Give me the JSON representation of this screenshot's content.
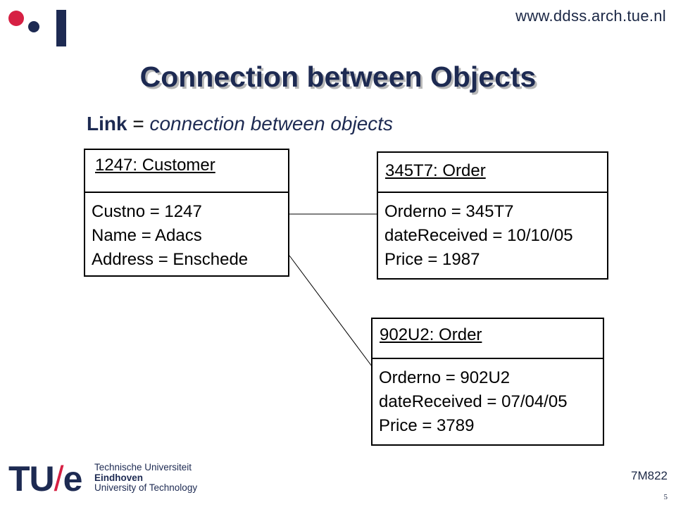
{
  "header": {
    "url": "www.ddss.arch.tue.nl",
    "logo_icon": "ddss-dots-logo"
  },
  "title": "Connection between Objects",
  "definition": {
    "term": "Link",
    "equals": "=",
    "text": "connection between objects"
  },
  "objects": {
    "customer": {
      "name": "1247: Customer",
      "attributes": [
        "Custno = 1247",
        "Name = Adacs",
        "Address = Enschede"
      ]
    },
    "order1": {
      "name": "345T7: Order",
      "attributes": [
        "Orderno = 345T7",
        "dateReceived = 10/10/05",
        "Price = 1987"
      ]
    },
    "order2": {
      "name": "902U2: Order",
      "attributes": [
        "Orderno = 902U2",
        "dateReceived = 07/04/05",
        "Price = 3789"
      ]
    }
  },
  "footer": {
    "logo": {
      "tu": "TU",
      "slash": "/",
      "e": "e",
      "line1": "Technische Universiteit",
      "line2": "Eindhoven",
      "line3": "University of Technology"
    },
    "course_code": "7M822",
    "page_number": "5"
  },
  "colors": {
    "navy": "#1d2a52",
    "red": "#d62043"
  }
}
